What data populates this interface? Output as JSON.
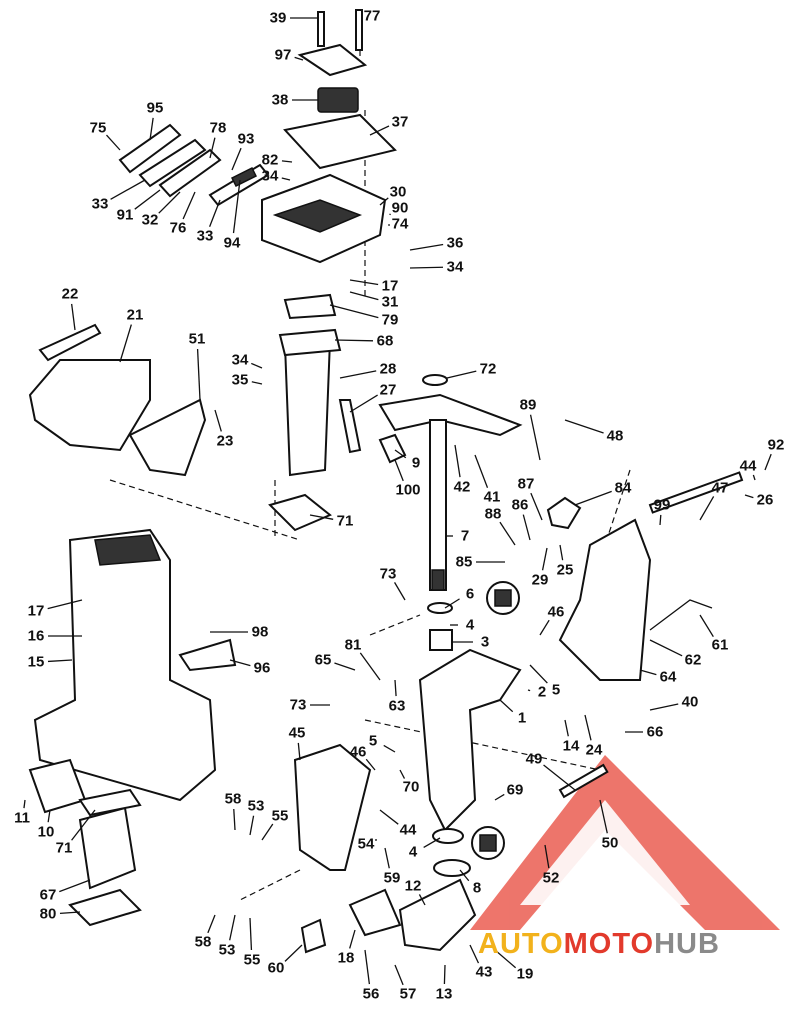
{
  "diagram": {
    "title": "Outboard midsection exploded parts diagram",
    "part_labels": [
      "39",
      "77",
      "97",
      "38",
      "37",
      "95",
      "75",
      "78",
      "93",
      "82",
      "34",
      "33",
      "91",
      "32",
      "76",
      "33",
      "94",
      "30",
      "90",
      "74",
      "36",
      "34",
      "17",
      "31",
      "22",
      "21",
      "79",
      "68",
      "51",
      "34",
      "35",
      "28",
      "27",
      "72",
      "23",
      "89",
      "48",
      "9",
      "100",
      "42",
      "41",
      "86",
      "87",
      "84",
      "92",
      "44",
      "99",
      "47",
      "26",
      "88",
      "7",
      "85",
      "29",
      "25",
      "71",
      "73",
      "6",
      "4",
      "3",
      "46",
      "17",
      "16",
      "15",
      "98",
      "96",
      "65",
      "81",
      "63",
      "2",
      "5",
      "61",
      "62",
      "64",
      "40",
      "66",
      "73",
      "1",
      "14",
      "24",
      "45",
      "46",
      "5",
      "49",
      "69",
      "70",
      "44",
      "11",
      "10",
      "71",
      "58",
      "53",
      "55",
      "50",
      "52",
      "54",
      "59",
      "4",
      "8",
      "12",
      "67",
      "80",
      "58",
      "53",
      "55",
      "60",
      "18",
      "56",
      "57",
      "13",
      "43",
      "19"
    ]
  },
  "watermark": {
    "text_parts": [
      "AUTO",
      "MOTO",
      "HUB"
    ],
    "colors": {
      "auto": "#f2b21c",
      "moto": "#e23a2c",
      "hub": "#8a8a8a",
      "triangle": "#e8473a"
    }
  }
}
